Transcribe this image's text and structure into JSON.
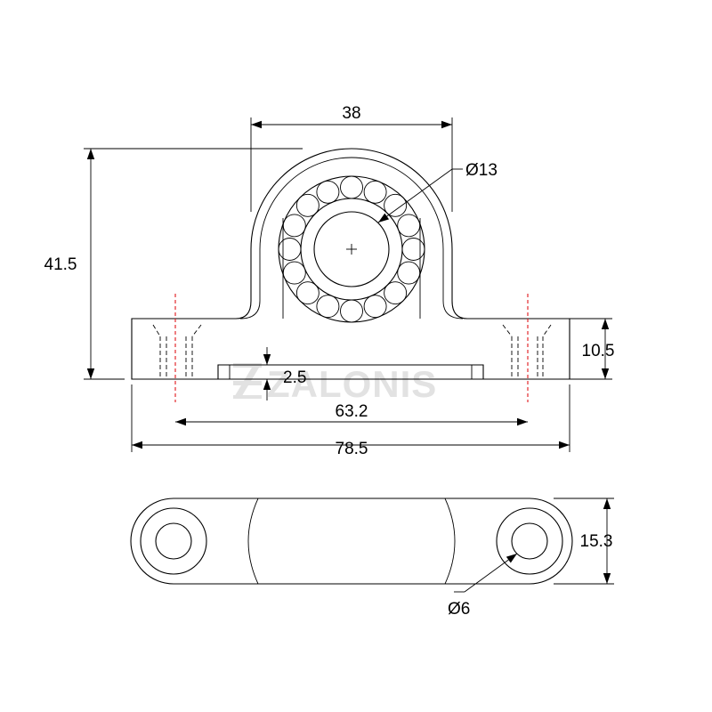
{
  "watermark": {
    "text": "ZALONIS"
  },
  "dimensions": {
    "top_width": "38",
    "bore_diameter": "Ø13",
    "total_height": "41.5",
    "base_height": "10.5",
    "groove_depth": "2.5",
    "hole_spacing": "63.2",
    "total_length": "78.5",
    "plan_width": "15.3",
    "hole_diameter": "Ø6"
  },
  "colors": {
    "line": "#000000",
    "centerline": "#e0141a",
    "watermark": "#e2e2e2"
  }
}
